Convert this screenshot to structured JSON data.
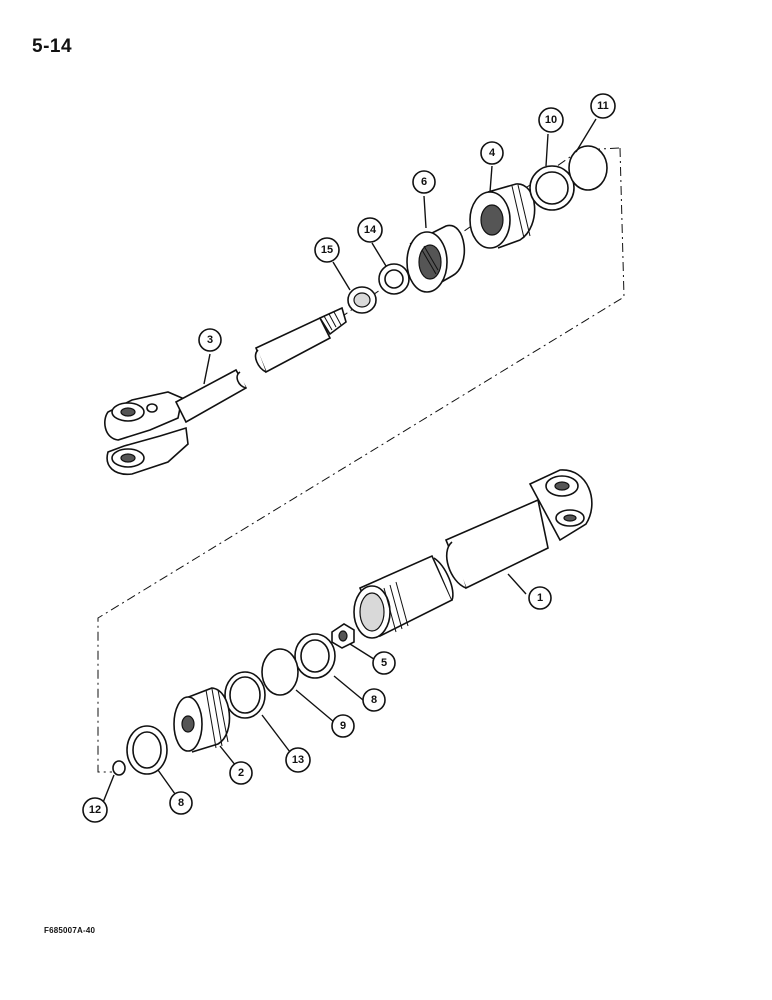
{
  "page_number": "5-14",
  "figure_code": "F685007A-40",
  "callouts": {
    "c1": "1",
    "c2": "2",
    "c3": "3",
    "c4": "4",
    "c5": "5",
    "c6": "6",
    "c8a": "8",
    "c8b": "8",
    "c9": "9",
    "c10": "10",
    "c11": "11",
    "c12": "12",
    "c13": "13",
    "c14": "14",
    "c15": "15"
  }
}
